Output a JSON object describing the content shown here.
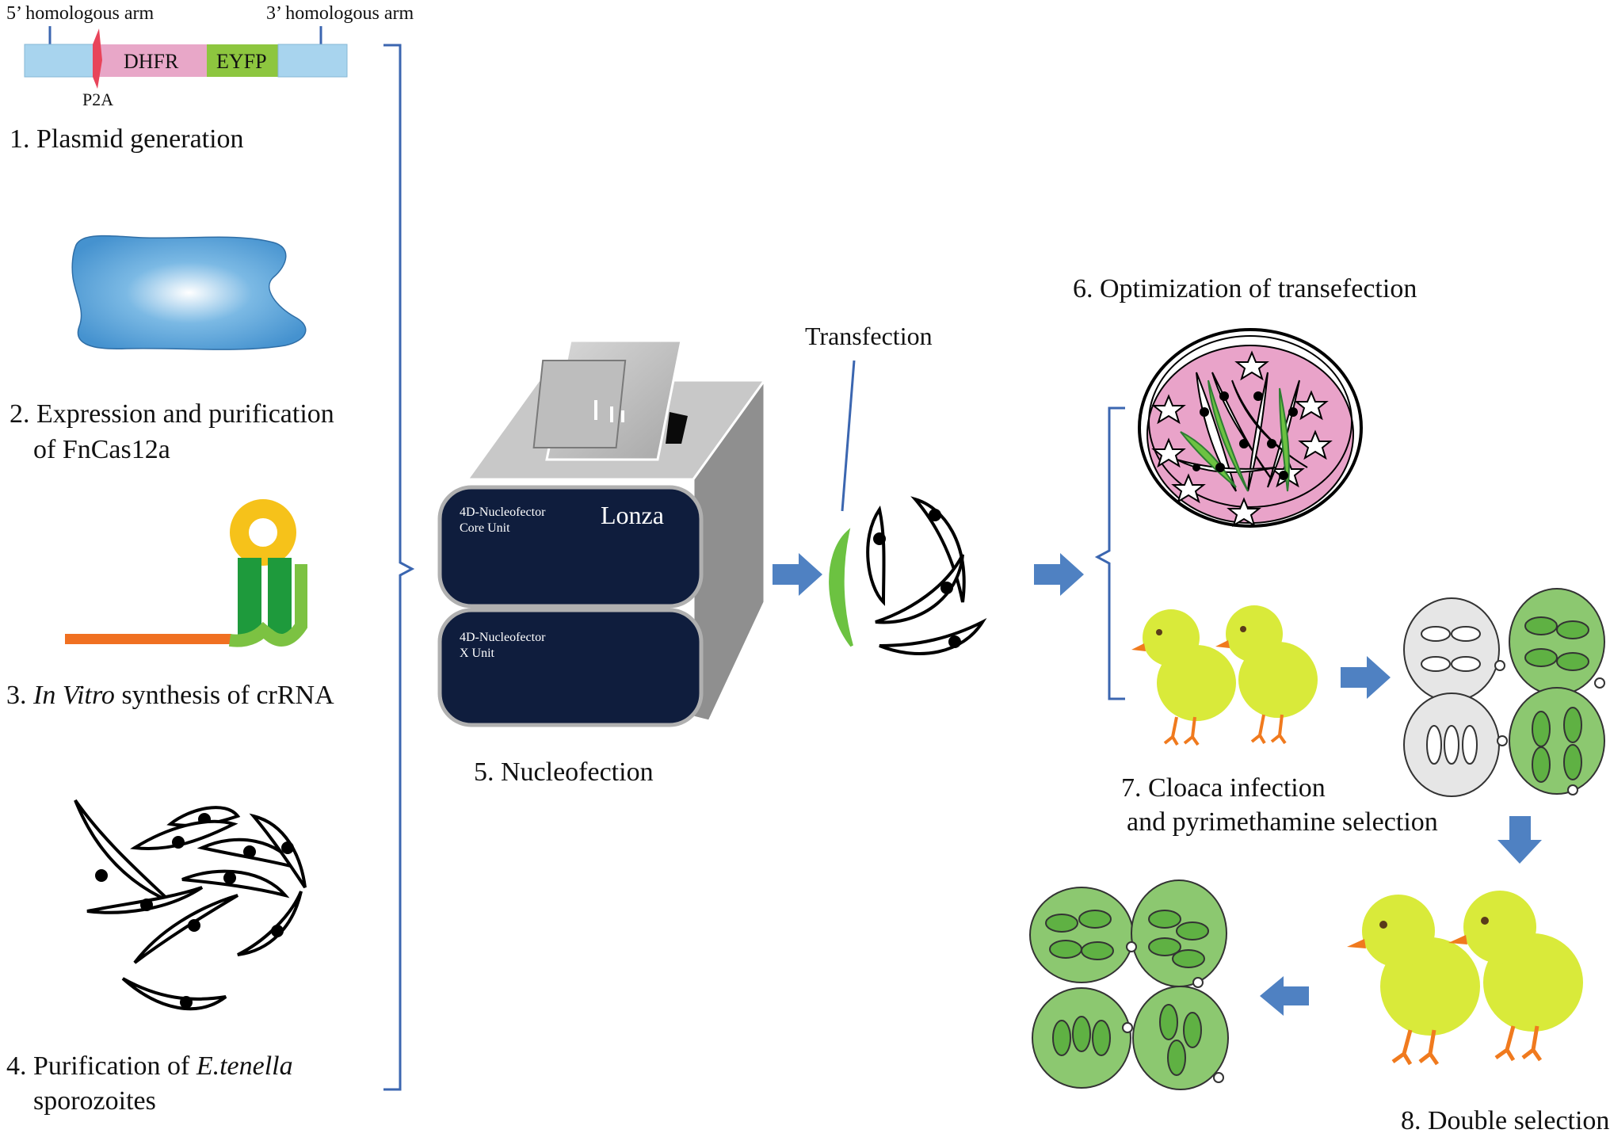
{
  "plasmid": {
    "arm5": "5’ homologous arm",
    "arm3": "3’ homologous arm",
    "dhfr": "DHFR",
    "eyfp": "EYFP",
    "p2a": "P2A"
  },
  "steps": {
    "s1": "1. Plasmid generation",
    "s2_l1": "2. Expression and purification",
    "s2_l2": "of FnCas12a",
    "s3_num": "3. ",
    "s3_em": "In Vitro",
    "s3_rest": " synthesis of crRNA",
    "s4_l1a": "4. Purification of ",
    "s4_l1b": "E.tenella",
    "s4_l2": "sporozoites",
    "s5": "5. Nucleofection",
    "s6": "6. Optimization of transefection",
    "s7_l1": "7. Cloaca infection",
    "s7_l2": "and pyrimethamine selection",
    "s8": "8. Double selection"
  },
  "device": {
    "core_l1": "4D-Nucleofector",
    "core_l2": "Core Unit",
    "brand": "Lonza",
    "x_l1": "4D-Nucleofector",
    "x_l2": "X Unit"
  },
  "transfection": "Transfection",
  "colors": {
    "arrow": "#4f81c2",
    "bracket": "#3b66b0",
    "arm": "#a8d4ee",
    "dhfr": "#e8a7c8",
    "eyfp": "#8dc63f",
    "p2a": "#e8445a",
    "device": "#0f1d3d",
    "chick": "#d9ea3a",
    "oocyst_green": "#8cc870",
    "dish": "#e9a3c9",
    "crrna_orange": "#f07021",
    "crrna_green": "#1e9a3c",
    "crrna_yellow": "#f6c21a"
  }
}
